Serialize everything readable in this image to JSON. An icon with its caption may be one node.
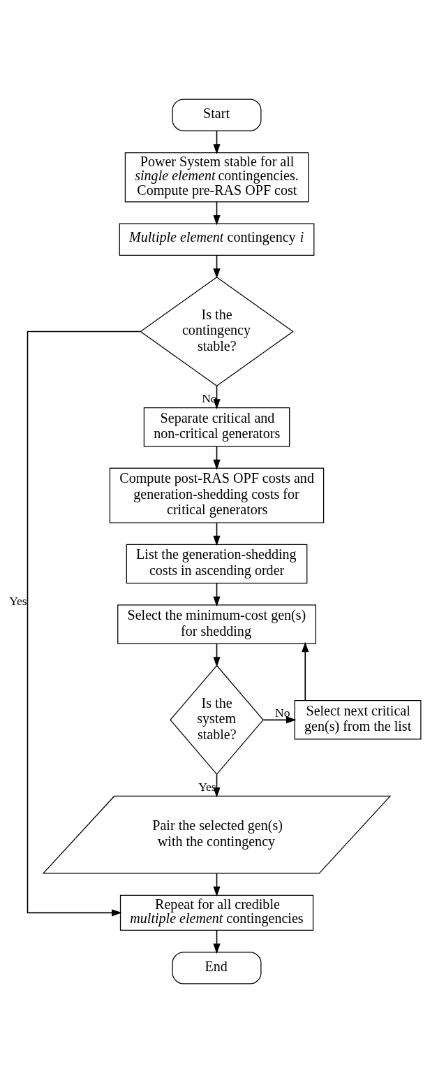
{
  "diagram": {
    "nodes": [
      {
        "text": [
          "Start"
        ]
      },
      {
        "text": [
          "Power System stable for all *single element* contingencies. Compute pre-RAS OPF cost"
        ]
      },
      {
        "text": [
          "*Multiple element* contingency *i*"
        ]
      },
      {
        "text": [
          "Is the contingency stable?"
        ]
      },
      {
        "text": [
          "Separate critical and non-critical generators"
        ]
      },
      {
        "text": [
          "Compute post-RAS OPF costs and generation-shedding costs for critical generators"
        ]
      },
      {
        "text": [
          "List the generation-shedding costs in ascending order"
        ]
      },
      {
        "text": [
          "Select the minimum-cost gen(s) for shedding"
        ]
      },
      {
        "text": [
          "Is the system stable?"
        ]
      },
      {
        "text": [
          "Select next critical gen(s) from the list"
        ]
      },
      {
        "text": [
          "Pair the selected gen(s) with the contingency"
        ]
      },
      {
        "text": [
          "Repeat for all credible *multiple element* contingencies"
        ]
      },
      {
        "text": [
          "End"
        ]
      }
    ],
    "edges": [
      {
        "from": 0,
        "to": 1,
        "arrow": "to"
      },
      {
        "from": 1,
        "to": 2,
        "arrow": "to"
      },
      {
        "from": 2,
        "to": 3,
        "arrow": "to"
      },
      {
        "from": 3,
        "to": 11,
        "arrow": "to",
        "label": "Yes"
      },
      {
        "from": 3,
        "to": 4,
        "arrow": "to",
        "label": "No"
      },
      {
        "from": 4,
        "to": 5,
        "arrow": "to"
      },
      {
        "from": 5,
        "to": 6,
        "arrow": "to"
      },
      {
        "from": 6,
        "to": 7,
        "arrow": "to"
      },
      {
        "from": 7,
        "to": 8,
        "arrow": "to"
      },
      {
        "from": 8,
        "to": 9,
        "arrow": "to",
        "label": "No"
      },
      {
        "from": 9,
        "to": 7,
        "arrow": "to"
      },
      {
        "from": 8,
        "to": 10,
        "arrow": "to",
        "label": "Yes"
      },
      {
        "from": 10,
        "to": 11,
        "arrow": "to"
      },
      {
        "from": 11,
        "to": 12,
        "arrow": "to"
      }
    ]
  }
}
